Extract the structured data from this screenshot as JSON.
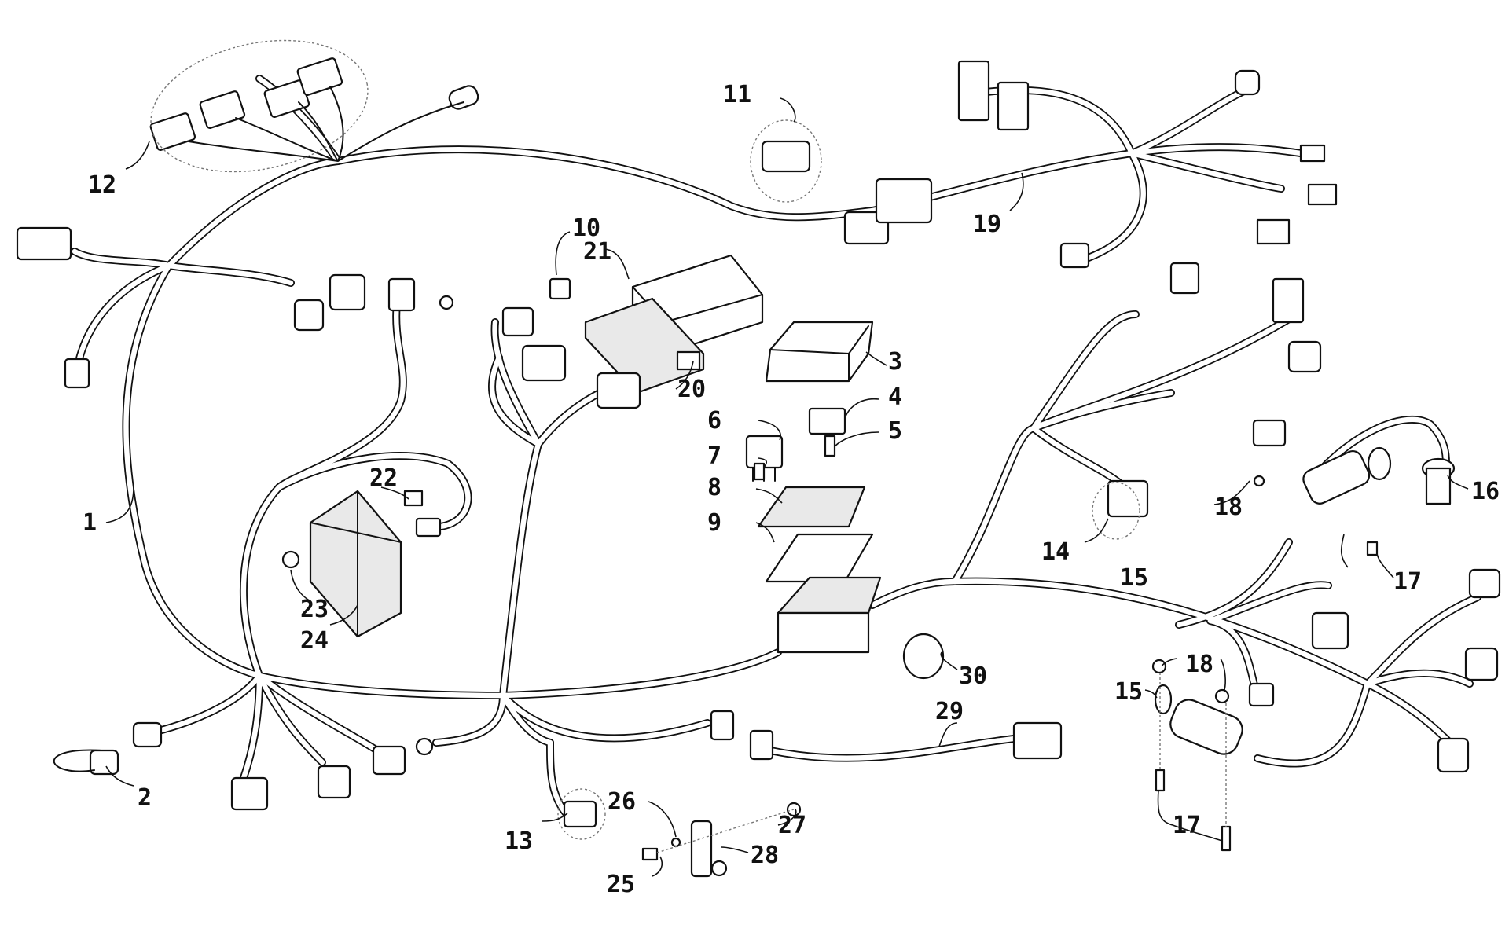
{
  "diagram": {
    "type": "exploded-parts-wiring-harness",
    "callouts": [
      "1",
      "2",
      "3",
      "4",
      "5",
      "6",
      "7",
      "8",
      "9",
      "10",
      "11",
      "12",
      "13",
      "14",
      "15",
      "15",
      "16",
      "17",
      "17",
      "18",
      "18",
      "19",
      "20",
      "21",
      "22",
      "23",
      "24",
      "25",
      "26",
      "27",
      "28",
      "29",
      "30"
    ]
  }
}
